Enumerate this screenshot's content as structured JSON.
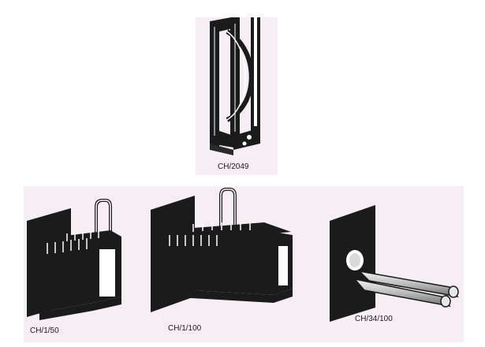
{
  "products": [
    {
      "label": "CH/2049"
    },
    {
      "label": "CH/1/50"
    },
    {
      "label": "CH/1/100"
    },
    {
      "label": "CH/34/100"
    }
  ],
  "colors": {
    "panel_background": "#f7eef5",
    "drawing_fill": "#1b1b1b",
    "metal_highlight": "#e6e6e6"
  }
}
